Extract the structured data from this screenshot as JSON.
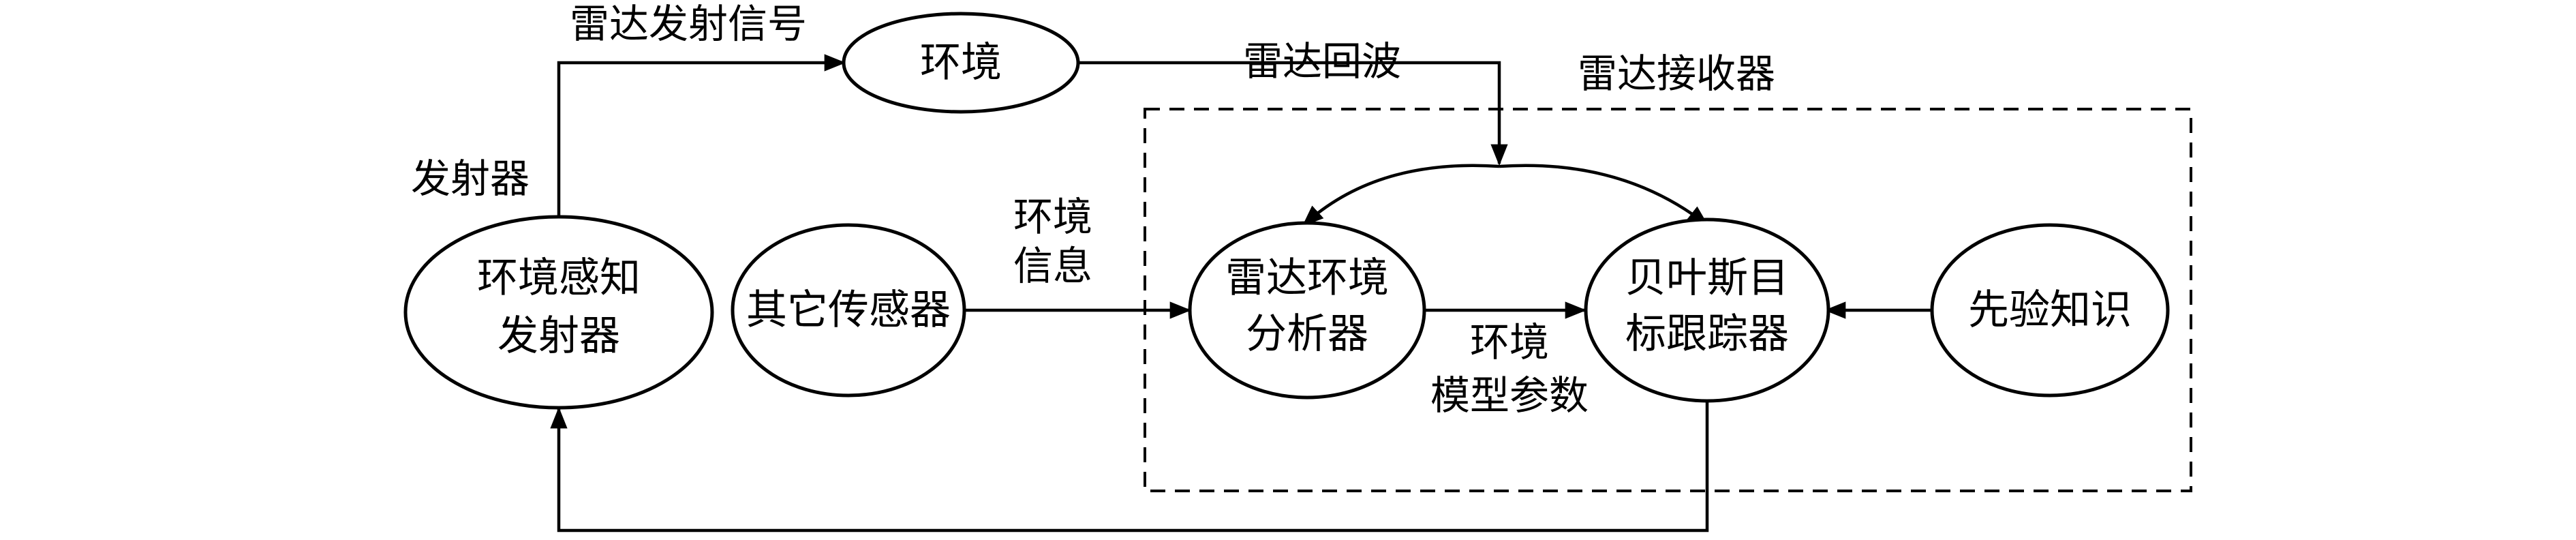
{
  "diagram": {
    "receiver_box_label": "雷达接收器",
    "nodes": {
      "environment": "环境",
      "perception_tx": [
        "环境感知",
        "发射器"
      ],
      "other_sensors": "其它传感器",
      "analyzer": [
        "雷达环境",
        "分析器"
      ],
      "tracker": [
        "贝叶斯目",
        "标跟踪器"
      ],
      "prior": "先验知识"
    },
    "edges": {
      "tx_signal": "雷达发射信号",
      "transmitter": "发射器",
      "echo": "雷达回波",
      "env_info": [
        "环境",
        "信息"
      ],
      "env_model": [
        "环境",
        "模型参数"
      ]
    }
  }
}
